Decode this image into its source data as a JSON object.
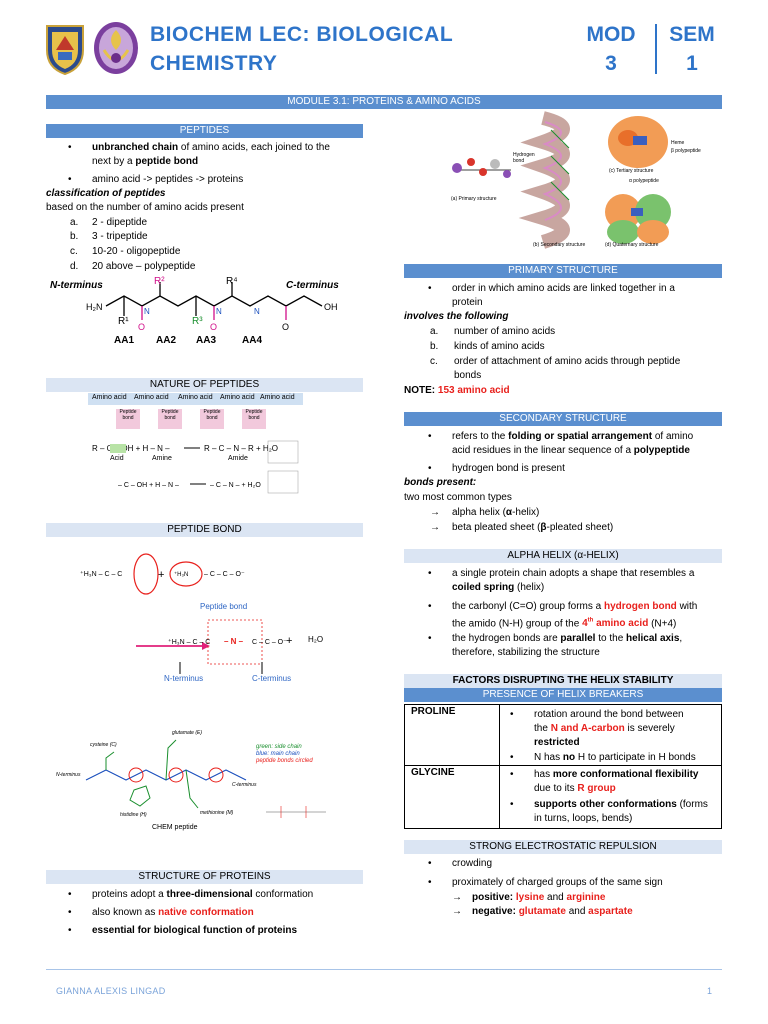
{
  "header": {
    "title_line1": "BIOCHEM LEC: BIOLOGICAL",
    "title_line2": "CHEMISTRY",
    "mod_label": "MOD",
    "mod_value": "3",
    "sem_label": "SEM",
    "sem_value": "1"
  },
  "module_title": "MODULE 3.1: PROTEINS & AMINO ACIDS",
  "peptides": {
    "heading": "PEPTIDES",
    "b1_bold": "unbranched chain",
    "b1_rest": " of amino acids, each joined to the",
    "b1_line2_pre": "next by a ",
    "b1_line2_bold": "peptide bond",
    "b2": "amino acid -> peptides -> proteins",
    "class_title": "classification of peptides",
    "class_basis": "based on the number of amino acids present",
    "items": [
      {
        "letter": "a.",
        "text": "2 - dipeptide"
      },
      {
        "letter": "b.",
        "text": "3 - tripeptide"
      },
      {
        "letter": "c.",
        "text": "10-20 - oligopeptide"
      },
      {
        "letter": "d.",
        "text": "20 above – polypeptide"
      }
    ],
    "figure": {
      "n_terminus": "N-terminus",
      "c_terminus": "C-terminus",
      "r_groups": [
        "R¹",
        "R²",
        "R³",
        "R⁴"
      ],
      "aa_labels": [
        "AA1",
        "AA2",
        "AA3",
        "AA4"
      ]
    }
  },
  "nature": {
    "heading": "NATURE OF PEPTIDES",
    "amino_acid": "Amino acid",
    "peptide_bond": "Peptide bond",
    "acid": "Acid",
    "amine": "Amine",
    "amide": "Amide"
  },
  "peptide_bond": {
    "heading": "PEPTIDE BOND",
    "bond_label": "Peptide bond",
    "n_terminus": "N-terminus",
    "c_terminus": "C-terminus",
    "water": "H₂O"
  },
  "chem_figure": {
    "legend1": "green: side chain",
    "legend2": "blue: main chain",
    "legend3": "peptide bonds circled",
    "caption": "CHEM peptide",
    "cysteine": "cysteine (C)",
    "glutamate": "glutamate (E)",
    "histidine": "histidine (H)",
    "methionine": "methionine (M)",
    "n_term": "N-terminus",
    "c_term": "C-terminus"
  },
  "structure": {
    "heading": "STRUCTURE OF PROTEINS",
    "b1_pre": "proteins adopt a ",
    "b1_bold": "three-dimensional",
    "b1_post": " conformation",
    "b2_pre": "also known as ",
    "b2_red": "native conformation",
    "b3": "essential for biological function of proteins"
  },
  "levels_figure": {
    "primary": "(a) Primary structure",
    "secondary": "(b) Secondary structure",
    "tertiary": "(c) Tertiary structure",
    "quaternary": "(d) Quaternary structure",
    "hydrogen_bond": "Hydrogen bond",
    "heme": "Heme",
    "beta_polypeptide": "β polypeptide",
    "alpha_polypeptide": "α polypeptide"
  },
  "primary": {
    "heading": "PRIMARY STRUCTURE",
    "b1_line1": "order in which amino acids are linked together in a",
    "b1_line2": "protein",
    "involves": "involves the following",
    "items": [
      {
        "letter": "a.",
        "text": "number of amino acids"
      },
      {
        "letter": "b.",
        "text": "kinds of amino acids"
      },
      {
        "letter": "c.",
        "text": "order of attachment of amino acids through peptide"
      }
    ],
    "item_c_line2": "bonds",
    "note_label": "NOTE: ",
    "note_value": "153 amino acid"
  },
  "secondary": {
    "heading": "SECONDARY STRUCTURE",
    "b1_pre": "refers to the ",
    "b1_bold": "folding or spatial arrangement",
    "b1_post": " of amino",
    "b1_line2_pre": "acid residues in the linear sequence of a ",
    "b1_line2_bold": "polypeptide",
    "b2": "hydrogen bond is present",
    "bonds_present": "bonds present:",
    "two_types": "two most common types",
    "t1_pre": "alpha helix (",
    "t1_greek": "α",
    "t1_post": "-helix)",
    "t2_pre": "beta pleated sheet (",
    "t2_greek": "β",
    "t2_post": "-pleated sheet)"
  },
  "alpha": {
    "heading": "ALPHA HELIX (α-HELIX)",
    "b1_line1": "a single protein chain adopts a shape that resembles a",
    "b1_bold": "coiled spring",
    "b1_post": " (helix)",
    "b2_pre": "the carbonyl (C=O) group forms a ",
    "b2_red": "hydrogen bond",
    "b2_post": " with",
    "b2_line2_pre": "the amido (N-H) group of the ",
    "b2_line2_red_num": "4",
    "b2_line2_red_sup": "th",
    "b2_line2_red_rest": " amino acid",
    "b2_line2_post": " (N+4)",
    "b3_pre": "the hydrogen bonds are ",
    "b3_bold1": "parallel",
    "b3_mid": " to the ",
    "b3_bold2": "helical axis",
    "b3_post": ",",
    "b3_line2": "therefore, stabilizing the structure"
  },
  "factors": {
    "heading": "FACTORS DISRUPTING THE HELIX STABILITY",
    "subheading": "PRESENCE OF HELIX BREAKERS",
    "proline": "PROLINE",
    "pro_b1_line1": "rotation around the bond between",
    "pro_b1_pre": "the ",
    "pro_b1_red": "N and A-carbon",
    "pro_b1_post": " is severely",
    "pro_b1_bold": "restricted",
    "pro_b2_pre": "N has ",
    "pro_b2_bold": "no",
    "pro_b2_post": " H to participate in H bonds",
    "glycine": "GLYCINE",
    "gly_b1_pre": "has ",
    "gly_b1_bold": "more conformational flexibility",
    "gly_b1_line2_pre": "due to its ",
    "gly_b1_line2_red": "R group",
    "gly_b2_bold": "supports other conformations",
    "gly_b2_post": " (forms",
    "gly_b2_line2": "in turns, loops, bends)"
  },
  "electrostatic": {
    "heading": "STRONG ELECTROSTATIC REPULSION",
    "b1": "crowding",
    "b2": "proximately of charged groups of the same sign",
    "pos_label": "positive: ",
    "pos_a": "lysine",
    "and1": " and ",
    "pos_b": "arginine",
    "neg_label": "negative: ",
    "neg_a": "glutamate",
    "and2": " and ",
    "neg_b": "aspartate"
  },
  "footer": {
    "author": "GIANNA ALEXIS LINGAD",
    "page": "1"
  },
  "colors": {
    "title_blue": "#2e74c9",
    "heading_bar": "#5b8fcf",
    "light_bar": "#dbe5f3",
    "emphasis_red": "#e8201c"
  }
}
